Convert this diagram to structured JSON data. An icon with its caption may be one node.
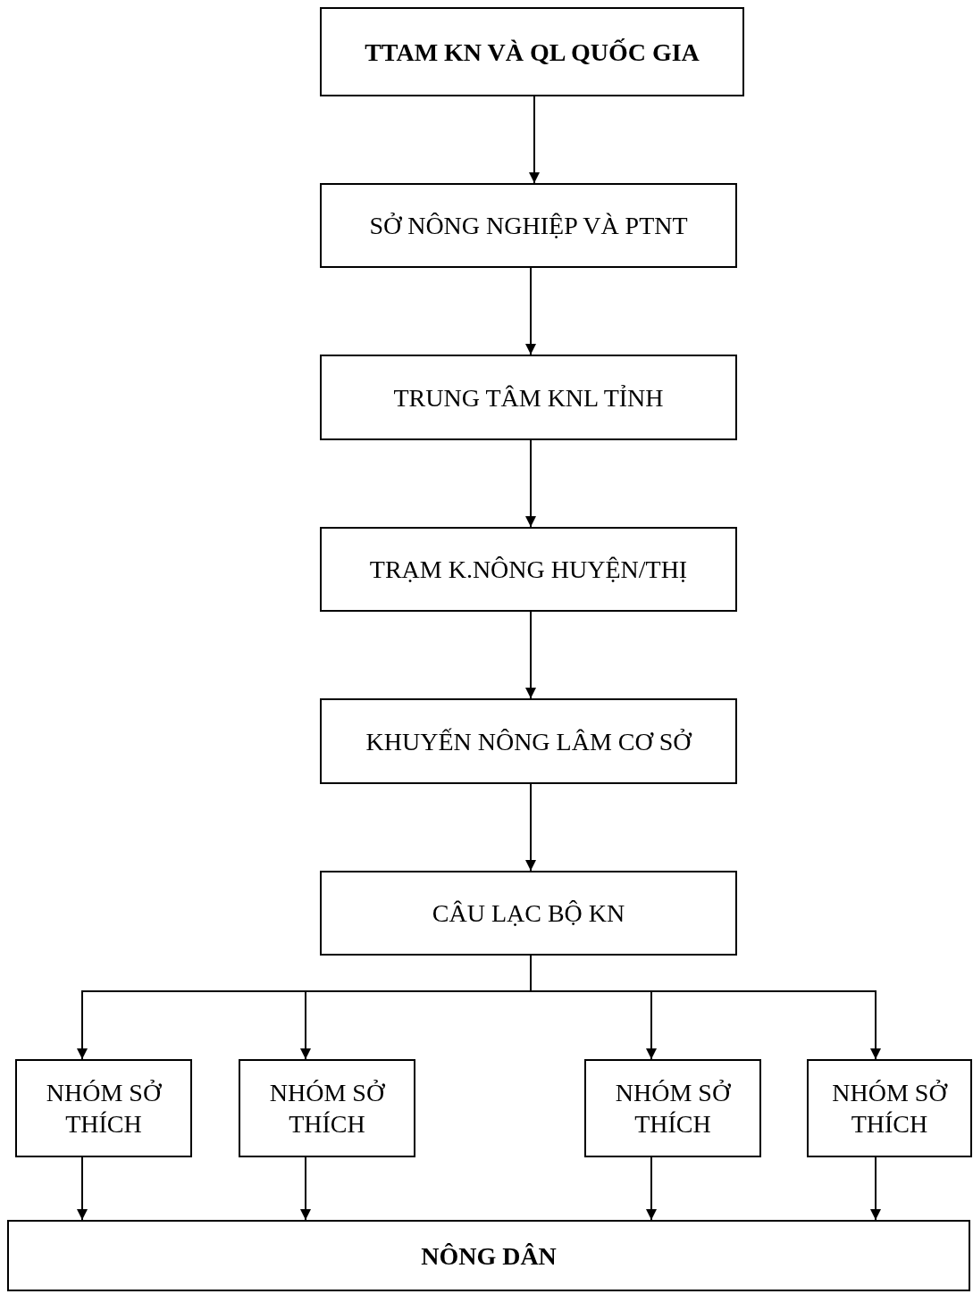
{
  "diagram": {
    "nodes": [
      {
        "text": [
          "TTAM KN VÀ QL QUỐC GIA"
        ]
      },
      {
        "text": [
          "SỞ NÔNG NGHIỆP VÀ PTNT"
        ]
      },
      {
        "text": [
          "TRUNG TÂM KNL TỈNH"
        ]
      },
      {
        "text": [
          "TRẠM K.NÔNG HUYỆN/THỊ"
        ]
      },
      {
        "text": [
          "KHUYẾN NÔNG LÂM CƠ SỞ"
        ]
      },
      {
        "text": [
          "CÂU LẠC BỘ KN"
        ]
      },
      {
        "text": [
          "NHÓM SỞ THÍCH"
        ]
      },
      {
        "text": [
          "NHÓM SỞ THÍCH"
        ]
      },
      {
        "text": [
          "NHÓM SỞ THÍCH"
        ]
      },
      {
        "text": [
          "NHÓM SỞ THÍCH"
        ]
      },
      {
        "text": [
          "NÔNG DÂN"
        ]
      }
    ],
    "edges": [
      {
        "from": 0,
        "to": 1,
        "arrow": "to"
      },
      {
        "from": 1,
        "to": 2,
        "arrow": "to"
      },
      {
        "from": 2,
        "to": 3,
        "arrow": "to"
      },
      {
        "from": 3,
        "to": 4,
        "arrow": "to"
      },
      {
        "from": 4,
        "to": 5,
        "arrow": "to"
      },
      {
        "from": 5,
        "to": 6,
        "arrow": "to"
      },
      {
        "from": 5,
        "to": 7,
        "arrow": "to"
      },
      {
        "from": 5,
        "to": 8,
        "arrow": "to"
      },
      {
        "from": 5,
        "to": 9,
        "arrow": "to"
      },
      {
        "from": 6,
        "to": 10,
        "arrow": "to"
      },
      {
        "from": 7,
        "to": 10,
        "arrow": "to"
      },
      {
        "from": 8,
        "to": 10,
        "arrow": "to"
      },
      {
        "from": 9,
        "to": 10,
        "arrow": "to"
      }
    ]
  }
}
